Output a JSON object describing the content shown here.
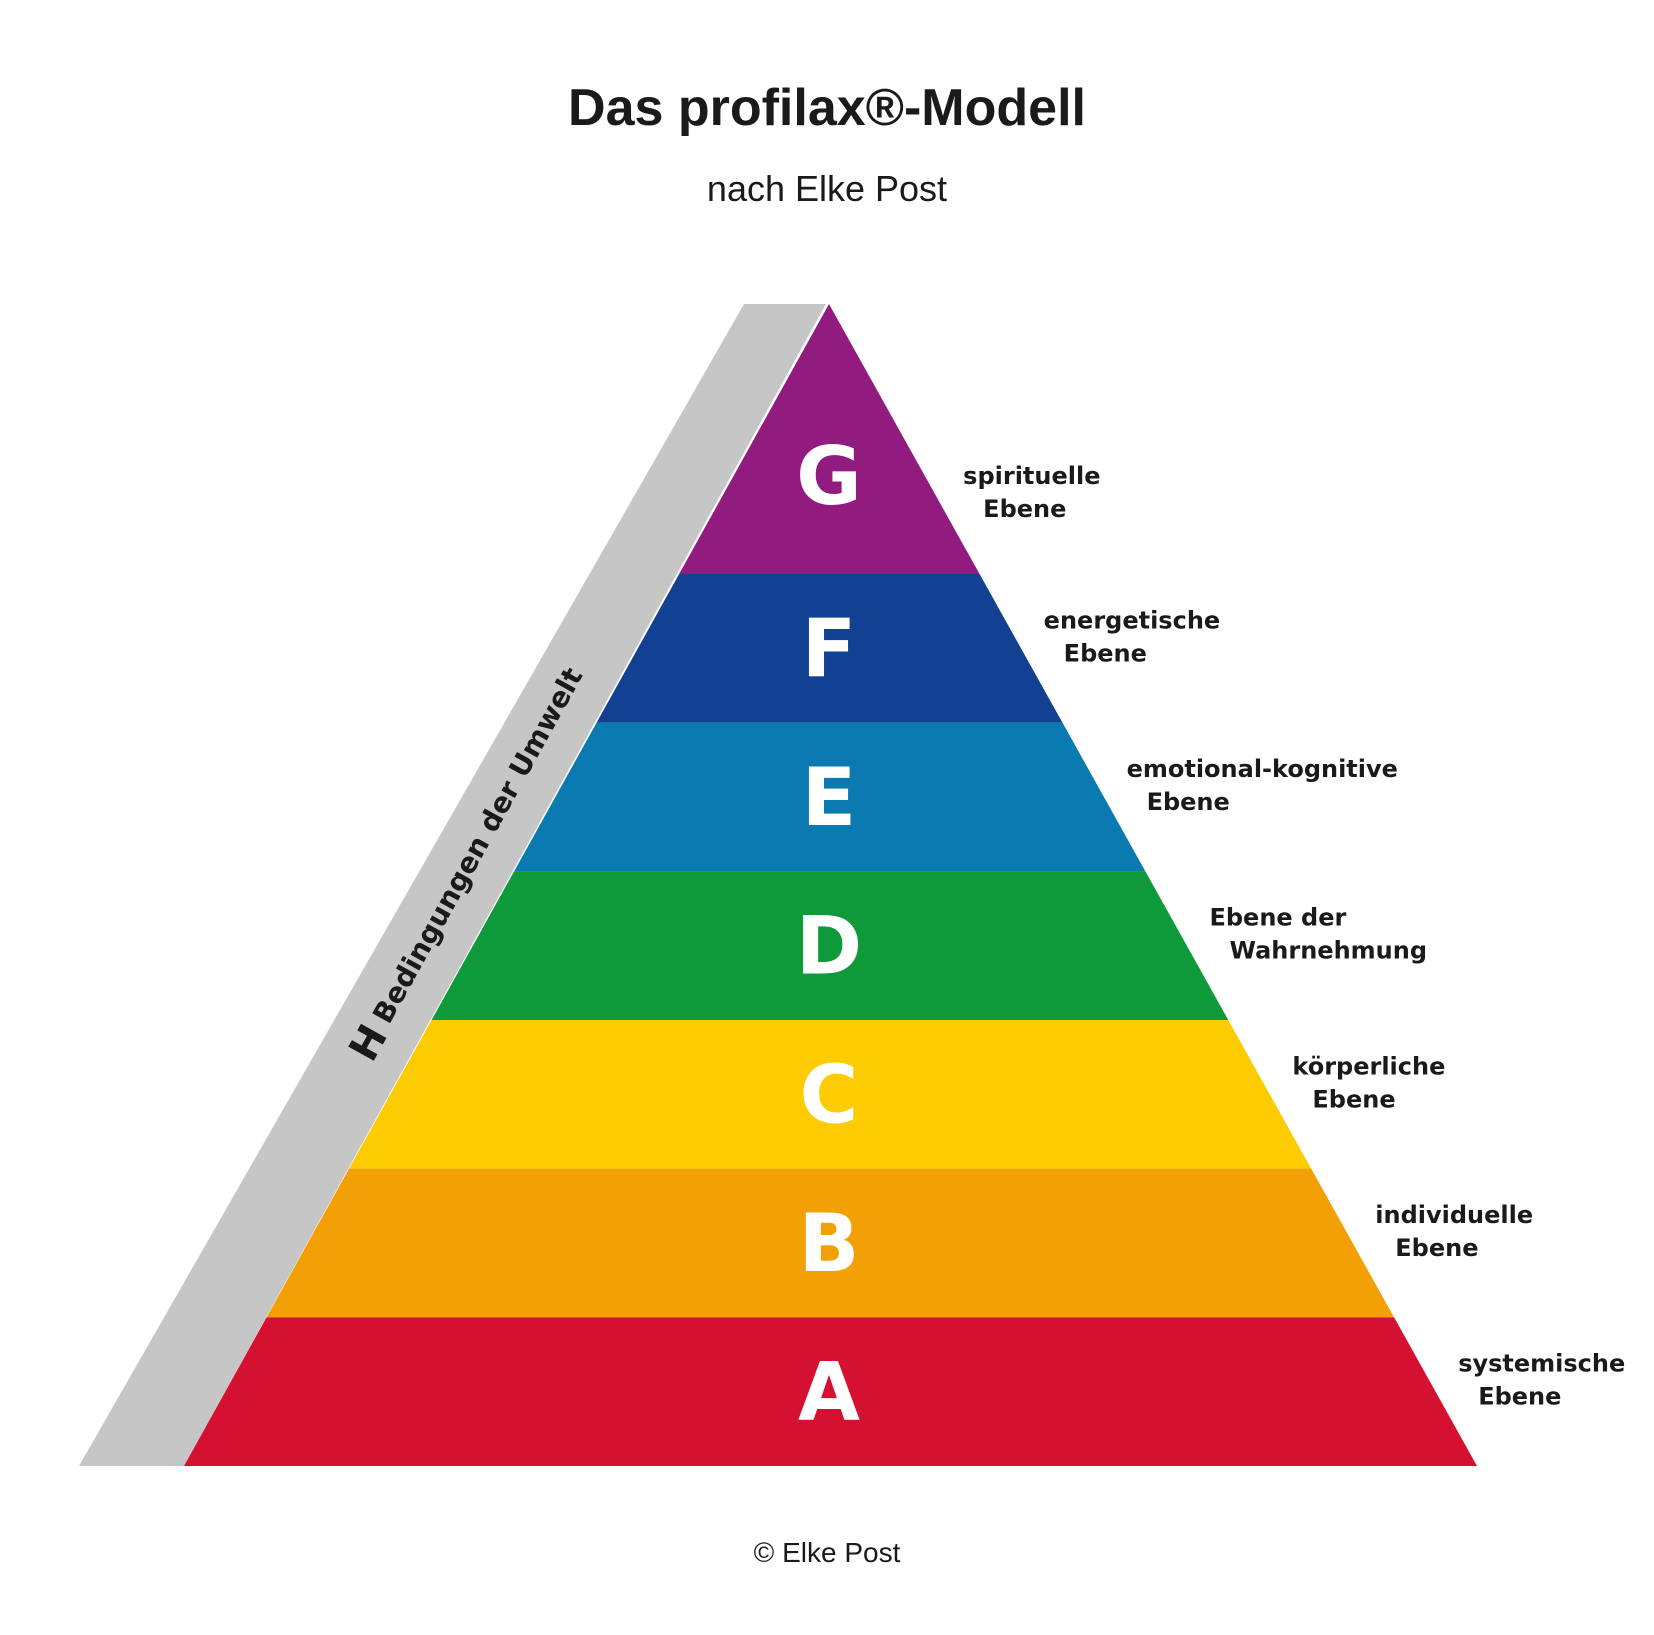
{
  "title": "Das profilax®-Modell",
  "subtitle": "nach Elke Post",
  "copyright": "© Elke Post",
  "environment": {
    "letter": "H",
    "label": "Bedingungen der Umwelt",
    "color": "#c6c6c6"
  },
  "levels": [
    {
      "letter": "G",
      "line1": "spirituelle",
      "line2": "Ebene",
      "color": "#921b80"
    },
    {
      "letter": "F",
      "line1": "energetische",
      "line2": "Ebene",
      "color": "#124093"
    },
    {
      "letter": "E",
      "line1": "emotional-kognitive",
      "line2": "Ebene",
      "color": "#0a7ab1"
    },
    {
      "letter": "D",
      "line1": "Ebene der",
      "line2": "Wahrnehmung",
      "color": "#0e993a"
    },
    {
      "letter": "C",
      "line1": "körperliche",
      "line2": "Ebene",
      "color": "#fdcb02"
    },
    {
      "letter": "B",
      "line1": "individuelle",
      "line2": "Ebene",
      "color": "#f39f06"
    },
    {
      "letter": "A",
      "line1": "systemische",
      "line2": "Ebene",
      "color": "#d41130"
    }
  ]
}
